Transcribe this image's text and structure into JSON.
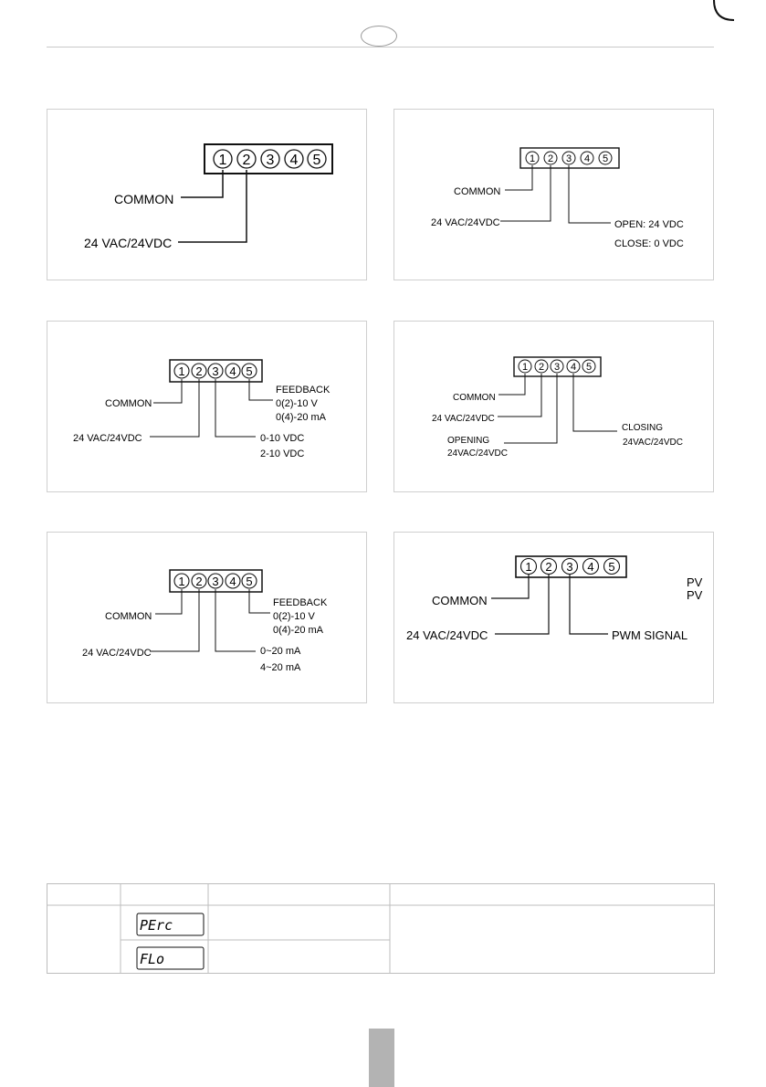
{
  "header": {
    "badge_text": ""
  },
  "terminals": [
    "1",
    "2",
    "3",
    "4",
    "5"
  ],
  "diagrams": [
    {
      "id": "d1",
      "labels": {
        "common": "COMMON",
        "supply": "24 VAC/24VDC"
      }
    },
    {
      "id": "d2",
      "labels": {
        "common": "COMMON",
        "supply": "24 VAC/24VDC",
        "open": "OPEN: 24 VDC",
        "close": "CLOSE: 0 VDC"
      }
    },
    {
      "id": "d3",
      "labels": {
        "common": "COMMON",
        "supply": "24 VAC/24VDC",
        "input_a": "0-10 VDC",
        "input_b": "2-10 VDC",
        "feedback": "FEEDBACK",
        "fb_a": "0(2)-10 V",
        "fb_b": "0(4)-20 mA"
      }
    },
    {
      "id": "d4",
      "labels": {
        "common": "COMMON",
        "supply": "24 VAC/24VDC",
        "opening": "OPENING",
        "opening_v": "24VAC/24VDC",
        "closing": "CLOSING",
        "closing_v": "24VAC/24VDC"
      }
    },
    {
      "id": "d5",
      "labels": {
        "common": "COMMON",
        "supply": "24 VAC/24VDC",
        "input_a": "0~20 mA",
        "input_b": "4~20 mA",
        "feedback": "FEEDBACK",
        "fb_a": "0(2)-10 V",
        "fb_b": "0(4)-20 mA"
      }
    },
    {
      "id": "d6",
      "labels": {
        "common": "COMMON",
        "supply": "24 VAC/24VDC",
        "pwm": "PWM SIGNAL",
        "cut_a": "PV",
        "cut_b": "PV"
      }
    }
  ],
  "table": {
    "displays": [
      "PErc",
      "FLo"
    ]
  }
}
